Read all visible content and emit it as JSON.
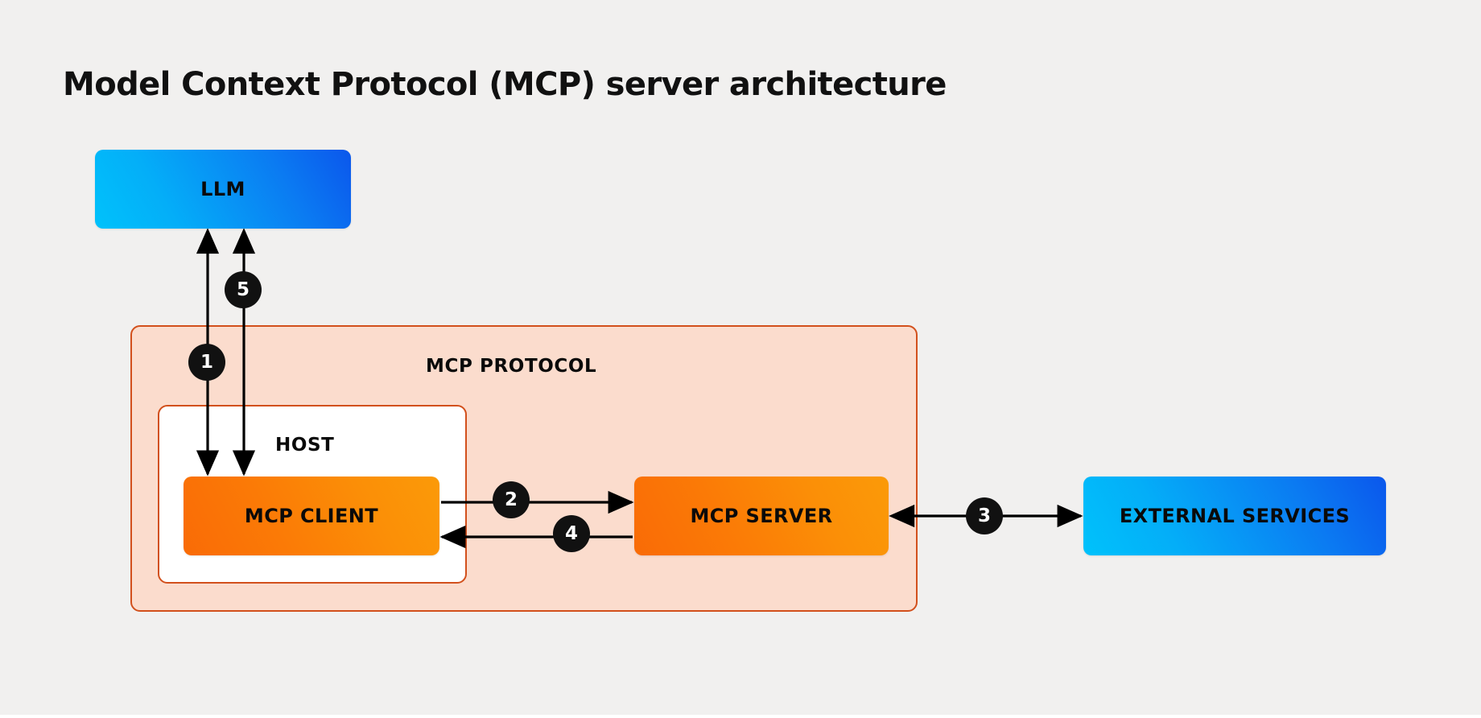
{
  "page": {
    "title": "Model Context Protocol (MCP) server architecture",
    "background_color": "#f1f0ef"
  },
  "colors": {
    "background": "#f1f0ef",
    "blue_gradient_start": "#00c2fb",
    "blue_gradient_end": "#0b57ec",
    "orange_gradient_start": "#f96b06",
    "orange_gradient_end": "#fb9a08",
    "container_fill": "#fbdccd",
    "container_border": "#d2501c",
    "host_fill": "#ffffff",
    "badge_fill": "#111111",
    "badge_text": "#ffffff",
    "connector": "#000000",
    "node_text": "#0a0a0a"
  },
  "nodes": {
    "llm": {
      "label": "LLM",
      "style": "blue-gradient"
    },
    "mcp_client": {
      "label": "MCP CLIENT",
      "style": "orange-gradient"
    },
    "mcp_server": {
      "label": "MCP SERVER",
      "style": "orange-gradient"
    },
    "external_services": {
      "label": "EXTERNAL SERVICES",
      "style": "blue-gradient"
    }
  },
  "containers": {
    "mcp_protocol": {
      "label": "MCP PROTOCOL"
    },
    "host": {
      "label": "HOST"
    }
  },
  "connections": [
    {
      "id": "1",
      "badge": "1",
      "from": "llm",
      "to": "mcp_client",
      "direction": "bidirectional",
      "orientation": "vertical"
    },
    {
      "id": "5",
      "badge": "5",
      "from": "mcp_client",
      "to": "llm",
      "direction": "bidirectional",
      "orientation": "vertical"
    },
    {
      "id": "2",
      "badge": "2",
      "from": "mcp_client",
      "to": "mcp_server",
      "direction": "right",
      "orientation": "horizontal"
    },
    {
      "id": "4",
      "badge": "4",
      "from": "mcp_server",
      "to": "mcp_client",
      "direction": "left",
      "orientation": "horizontal"
    },
    {
      "id": "3",
      "badge": "3",
      "from": "mcp_server",
      "to": "external_services",
      "direction": "bidirectional",
      "orientation": "horizontal"
    }
  ],
  "badges": {
    "one": "1",
    "two": "2",
    "three": "3",
    "four": "4",
    "five": "5"
  }
}
